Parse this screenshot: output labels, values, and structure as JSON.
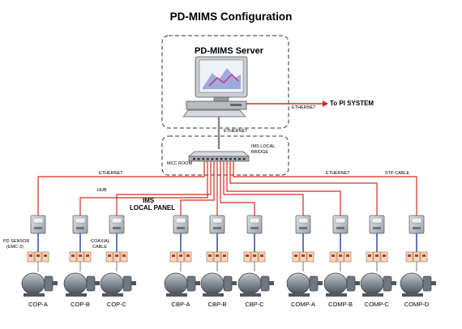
{
  "diagram": {
    "title": "PD-MIMS Configuration",
    "server_label": "PD-MIMS Server",
    "pi_system_label": "To PI SYSTEM",
    "ethernet_label": "ETHERNET",
    "server_ethernet_label": "ETHERNET",
    "bridge_label_line1": "IMS LOCAL",
    "bridge_label_line2": "BRIDGE",
    "mcc_room_label": "MCC ROOM",
    "ethernet_left_label": "ETHERNET",
    "hub_label": "HUB",
    "ims_panel_line1": "IMS",
    "ims_panel_line2": "LOCAL PANEL",
    "ethernet_right_label": "ETHERNET",
    "stp_cable_label": "STP CABLE",
    "pd_sensor_line1": "PD SENSOR",
    "pd_sensor_line2": "(EMC-3)",
    "coaxial_line1": "COAXIAL",
    "coaxial_line2": "CABLE",
    "units": [
      "COP-A",
      "COP-B",
      "COP-C",
      "CBP-A",
      "CBP-B",
      "CBP-C",
      "COMP-A",
      "COMP-B",
      "COMP-C",
      "COMP-D"
    ],
    "colors": {
      "network": "#d62b1f",
      "coax": "#2040a0",
      "sensor_fill": "#f3d8bf",
      "panel": "#c9ced4",
      "motor": "#7d8690"
    }
  }
}
